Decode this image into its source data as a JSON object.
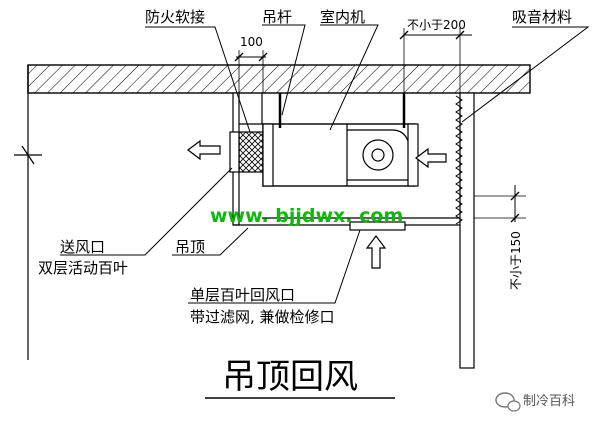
{
  "labels": {
    "fire_flex": "防火软接",
    "hanger_rod": "吊杆",
    "indoor_unit": "室内机",
    "min_200": "不小于200",
    "sound_absorb": "吸音材料",
    "dim_100": "100",
    "website": "www. bjjdwx. com",
    "supply_outlet_1": "送风口",
    "supply_outlet_2": "双层活动百叶",
    "ceiling": "吊顶",
    "min_150": "不小于150",
    "return_outlet_1": "单层百叶回风口",
    "return_outlet_2": "带过滤网, 兼做检修口",
    "title": "吊顶回风",
    "watermark": "制冷百科"
  }
}
